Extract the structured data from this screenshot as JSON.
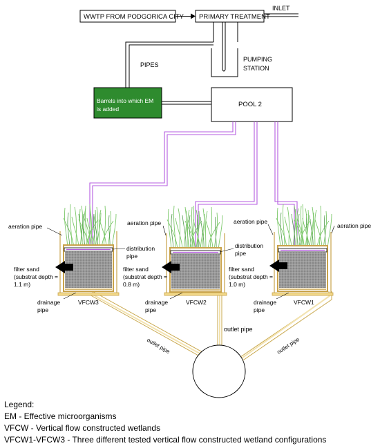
{
  "boxes": {
    "wwtp": "WWTP FROM PODGORICA CITY",
    "primary": "PRIMARY TREATMENT",
    "barrels_line1": "Barrels into which EM",
    "barrels_line2": "is added",
    "pool2": "POOL 2"
  },
  "labels": {
    "inlet": "INLET",
    "pumping_line1": "PUMPING",
    "pumping_line2": "STATION",
    "pipes": "PIPES",
    "aeration_pipe": "aeration pipe",
    "distribution_line1": "distribution",
    "distribution_line2": "pipe",
    "filter_sand": "filter sand",
    "drainage_line1": "drainage",
    "drainage_line2": "pipe",
    "outlet_pipe": "outlet pipe"
  },
  "wetlands": [
    {
      "name": "VFCW3",
      "depth_line1": "(substrat depth =",
      "depth_line2": "1.1 m)"
    },
    {
      "name": "VFCW2",
      "depth_line1": "(substrat depth =",
      "depth_line2": "0.8 m)"
    },
    {
      "name": "VFCW1",
      "depth_line1": "(substrat depth =",
      "depth_line2": "1.0 m)"
    }
  ],
  "legend": {
    "title": "Legend:",
    "items": [
      "EM - Effective microorganisms",
      "VFCW - Vertical flow constructed wetlands",
      "VFCW1-VFCW3 - Three different tested vertical flow constructed wetland configurations"
    ]
  },
  "colors": {
    "barrels_fill": "#2e8b2e",
    "distribution_pipe": "#b45be0",
    "outlet_pipe": "#e8c97a",
    "frame": "#c8a24a",
    "reeds": "#7cc86a",
    "sand": "#8c8c8c"
  }
}
